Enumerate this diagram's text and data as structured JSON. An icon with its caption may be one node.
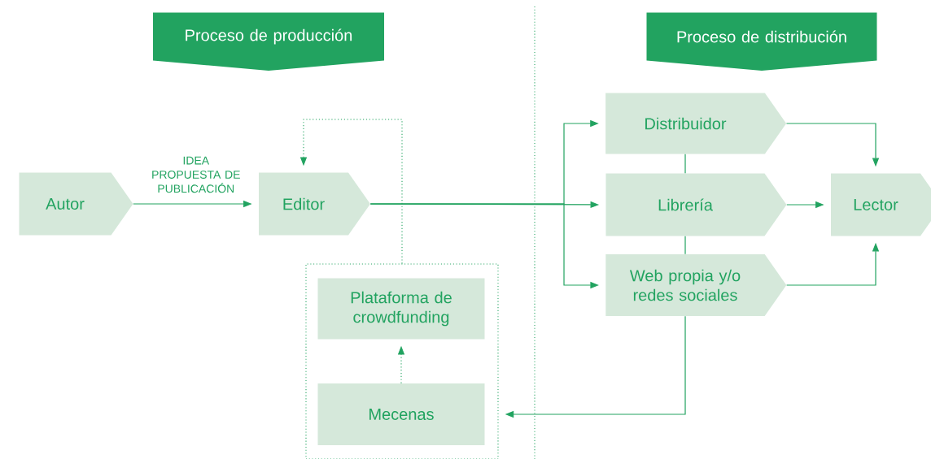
{
  "diagram": {
    "nodes": [
      {
        "text": [
          "Proceso de producción"
        ]
      },
      {
        "text": [
          "Proceso de distribución"
        ]
      },
      {
        "text": [
          "Autor"
        ]
      },
      {
        "text": [
          "Editor"
        ]
      },
      {
        "text": [],
        "shape": "box"
      },
      {
        "text": [
          "Plataforma de crowdfunding"
        ],
        "in": 4
      },
      {
        "text": [
          "Mecenas"
        ],
        "in": 4
      },
      {
        "text": [
          "Distribuidor"
        ]
      },
      {
        "text": [
          "Librería"
        ]
      },
      {
        "text": [
          "Web propia y/o redes sociales"
        ]
      },
      {
        "text": [
          "Lector"
        ]
      }
    ],
    "edges": [
      {
        "from": 2,
        "to": 3,
        "arrow": "to",
        "label": "IDEA PROPUESTA DE PUBLICACIÓN"
      },
      {
        "from": 4,
        "to": 3,
        "arrow": "to",
        "style": "dashed"
      },
      {
        "from": 6,
        "to": 5,
        "arrow": "to",
        "style": "dashed"
      },
      {
        "from": 3,
        "to": 7,
        "arrow": "to"
      },
      {
        "from": 3,
        "to": 8,
        "arrow": "to"
      },
      {
        "from": 3,
        "to": 9,
        "arrow": "to"
      },
      {
        "from": 7,
        "to": 10,
        "arrow": "to"
      },
      {
        "from": 8,
        "to": 10,
        "arrow": "to"
      },
      {
        "from": 9,
        "to": 10,
        "arrow": "to"
      },
      {
        "from": 7,
        "to": 8,
        "arrow": "none"
      },
      {
        "from": 8,
        "to": 9,
        "arrow": "none"
      },
      {
        "from": 9,
        "to": 4,
        "arrow": "to"
      }
    ]
  }
}
